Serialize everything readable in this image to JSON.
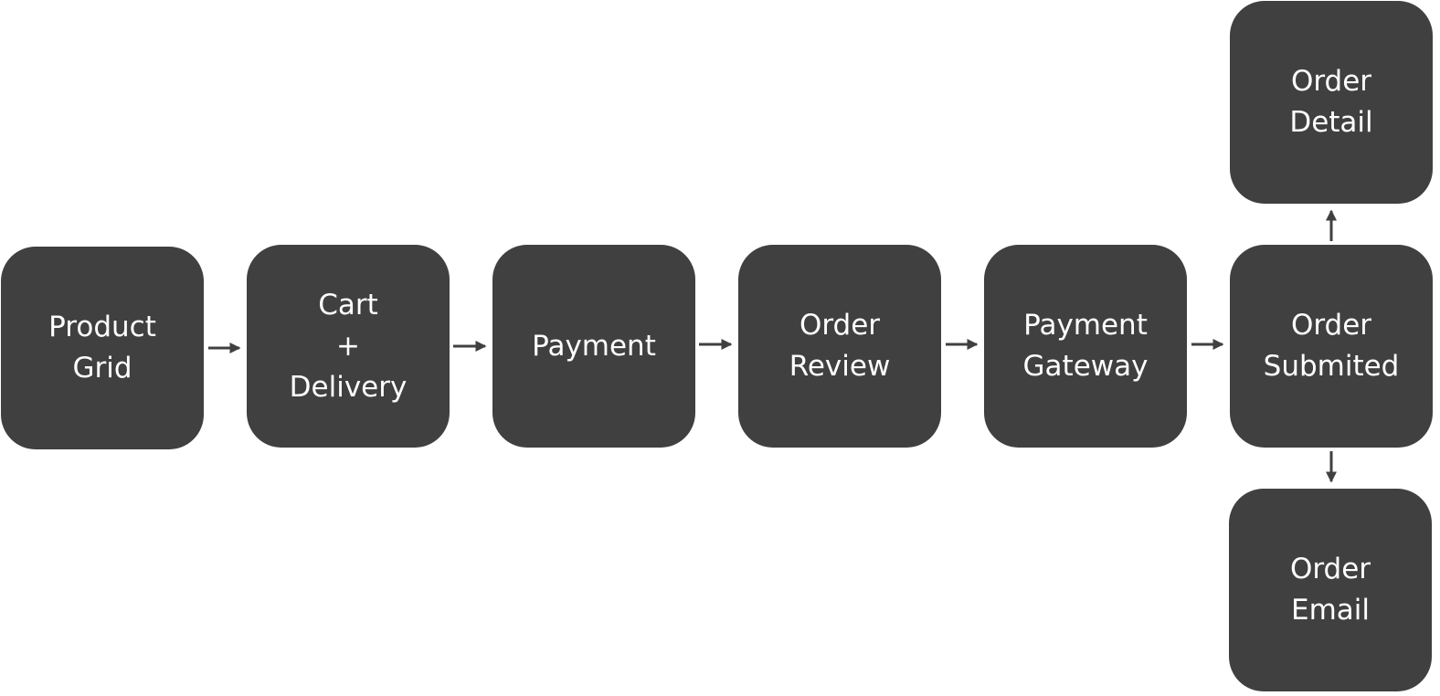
{
  "diagram": {
    "type": "flowchart",
    "colors": {
      "node_fill": "#404040",
      "node_text": "#ffffff",
      "edge": "#404040",
      "background": "#ffffff"
    },
    "nodes": {
      "product_grid": {
        "line1": "Product",
        "line2": "Grid"
      },
      "cart_delivery": {
        "line1": "Cart",
        "line2": "+",
        "line3": "Delivery"
      },
      "payment": {
        "line1": "Payment"
      },
      "order_review": {
        "line1": "Order",
        "line2": "Review"
      },
      "payment_gateway": {
        "line1": "Payment",
        "line2": "Gateway"
      },
      "order_submited": {
        "line1": "Order",
        "line2": "Submited"
      },
      "order_detail": {
        "line1": "Order",
        "line2": "Detail"
      },
      "order_email": {
        "line1": "Order",
        "line2": "Email"
      }
    },
    "edges": [
      {
        "from": "product_grid",
        "to": "cart_delivery"
      },
      {
        "from": "cart_delivery",
        "to": "payment"
      },
      {
        "from": "payment",
        "to": "order_review"
      },
      {
        "from": "order_review",
        "to": "payment_gateway"
      },
      {
        "from": "payment_gateway",
        "to": "order_submited"
      },
      {
        "from": "order_submited",
        "to": "order_detail"
      },
      {
        "from": "order_submited",
        "to": "order_email"
      }
    ]
  }
}
